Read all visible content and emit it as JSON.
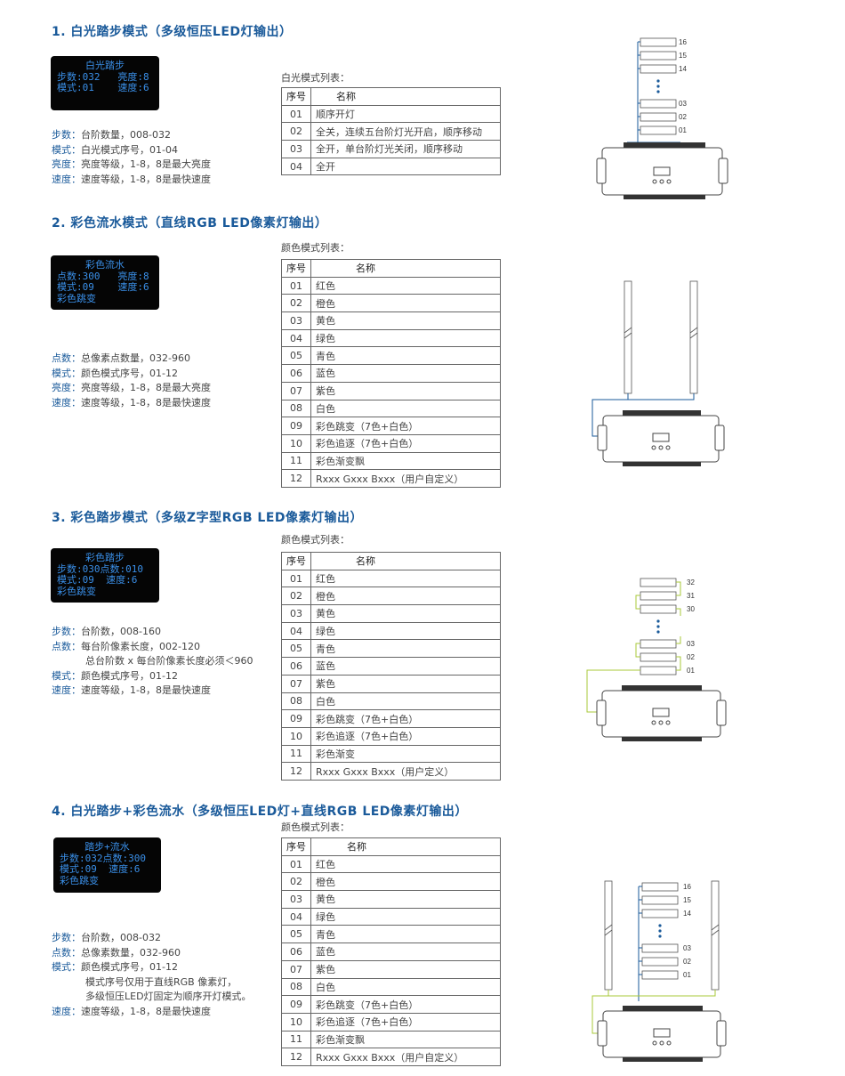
{
  "sections": [
    {
      "title": "1. 白光踏步模式（多级恒压LED灯输出）",
      "screen": [
        "白光踏步",
        "步数:032   亮度:8",
        "模式:01    速度:6"
      ],
      "desc": [
        {
          "key": "步数：",
          "text": "台阶数量，008-032"
        },
        {
          "key": "模式：",
          "text": "白光模式序号，01-04"
        },
        {
          "key": "亮度：",
          "text": "亮度等级，1-8，8是最大亮度"
        },
        {
          "key": "速度：",
          "text": "速度等级，1-8，8是最快速度"
        }
      ],
      "table_caption": "白光模式列表：",
      "table_header": [
        "序号",
        "名称"
      ],
      "rows": [
        [
          "01",
          "顺序开灯"
        ],
        [
          "02",
          "全关，连续五台阶灯光开启，顺序移动"
        ],
        [
          "03",
          "全开，单台阶灯光关闭，顺序移动"
        ],
        [
          "04",
          "全开"
        ]
      ],
      "diagram_labels": [
        "16",
        "15",
        "14",
        "03",
        "02",
        "01"
      ]
    },
    {
      "title": "2. 彩色流水模式（直线RGB LED像素灯输出）",
      "screen": [
        "彩色流水",
        "点数:300   亮度:8",
        "模式:09    速度:6",
        "彩色跳变"
      ],
      "desc": [
        {
          "key": "点数：",
          "text": "总像素点数量，032-960"
        },
        {
          "key": "模式：",
          "text": "颜色模式序号，01-12"
        },
        {
          "key": "亮度：",
          "text": "亮度等级，1-8，8是最大亮度"
        },
        {
          "key": "速度：",
          "text": "速度等级，1-8，8是最快速度"
        }
      ],
      "table_caption": "颜色模式列表：",
      "table_header": [
        "序号",
        "名称"
      ],
      "rows": [
        [
          "01",
          "红色"
        ],
        [
          "02",
          "橙色"
        ],
        [
          "03",
          "黄色"
        ],
        [
          "04",
          "绿色"
        ],
        [
          "05",
          "青色"
        ],
        [
          "06",
          "蓝色"
        ],
        [
          "07",
          "紫色"
        ],
        [
          "08",
          "白色"
        ],
        [
          "09",
          "彩色跳变（7色+白色）"
        ],
        [
          "10",
          "彩色追逐（7色+白色）"
        ],
        [
          "11",
          "彩色渐变飘"
        ],
        [
          "12",
          "Rxxx Gxxx Bxxx（用户自定义）"
        ]
      ]
    },
    {
      "title": "3. 彩色踏步模式（多级Z字型RGB LED像素灯输出）",
      "screen": [
        "彩色踏步",
        "步数:030点数:010",
        "模式:09  速度:6",
        "彩色跳变"
      ],
      "desc": [
        {
          "key": "步数：",
          "text": "台阶数，008-160"
        },
        {
          "key": "点数：",
          "text": "每台阶像素长度，002-120"
        },
        {
          "key": "",
          "text": "总台阶数 x 每台阶像素长度必须＜960"
        },
        {
          "key": "模式：",
          "text": "颜色模式序号，01-12"
        },
        {
          "key": "速度：",
          "text": "速度等级，1-8，8是最快速度"
        }
      ],
      "table_caption": "颜色模式列表：",
      "table_header": [
        "序号",
        "名称"
      ],
      "rows": [
        [
          "01",
          "红色"
        ],
        [
          "02",
          "橙色"
        ],
        [
          "03",
          "黄色"
        ],
        [
          "04",
          "绿色"
        ],
        [
          "05",
          "青色"
        ],
        [
          "06",
          "蓝色"
        ],
        [
          "07",
          "紫色"
        ],
        [
          "08",
          "白色"
        ],
        [
          "09",
          "彩色跳变（7色+白色）"
        ],
        [
          "10",
          "彩色追逐（7色+白色）"
        ],
        [
          "11",
          "彩色渐变"
        ],
        [
          "12",
          "Rxxx Gxxx Bxxx（用户定义）"
        ]
      ],
      "diagram_labels": [
        "32",
        "31",
        "30",
        "03",
        "02",
        "01"
      ]
    },
    {
      "title": "4. 白光踏步+彩色流水（多级恒压LED灯+直线RGB LED像素灯输出）",
      "screen": [
        "踏步+流水",
        "步数:032点数:300",
        "模式:09  速度:6",
        "彩色跳变"
      ],
      "desc": [
        {
          "key": "步数：",
          "text": "台阶数，008-032"
        },
        {
          "key": "点数：",
          "text": "总像素数量，032-960"
        },
        {
          "key": "模式：",
          "text": "颜色模式序号，01-12"
        },
        {
          "key": "",
          "text": "模式序号仅用于直线RGB 像素灯，"
        },
        {
          "key": "",
          "text": "多级恒压LED灯固定为顺序开灯模式。"
        },
        {
          "key": "速度：",
          "text": "速度等级，1-8，8是最快速度"
        }
      ],
      "table_caption": "颜色模式列表：",
      "table_header": [
        "序号",
        "名称"
      ],
      "rows": [
        [
          "01",
          "红色"
        ],
        [
          "02",
          "橙色"
        ],
        [
          "03",
          "黄色"
        ],
        [
          "04",
          "绿色"
        ],
        [
          "05",
          "青色"
        ],
        [
          "06",
          "蓝色"
        ],
        [
          "07",
          "紫色"
        ],
        [
          "08",
          "白色"
        ],
        [
          "09",
          "彩色跳变（7色+白色）"
        ],
        [
          "10",
          "彩色追逐（7色+白色）"
        ],
        [
          "11",
          "彩色渐变飘"
        ],
        [
          "12",
          "Rxxx Gxxx Bxxx（用户自定义）"
        ]
      ],
      "diagram_labels": [
        "16",
        "15",
        "14",
        "03",
        "02",
        "01"
      ]
    }
  ],
  "colors": {
    "title": "#1a5a9a",
    "oled_text": "#3a8fe8",
    "wire_blue": "#1a5a9a",
    "wire_green": "#a8c83a"
  }
}
